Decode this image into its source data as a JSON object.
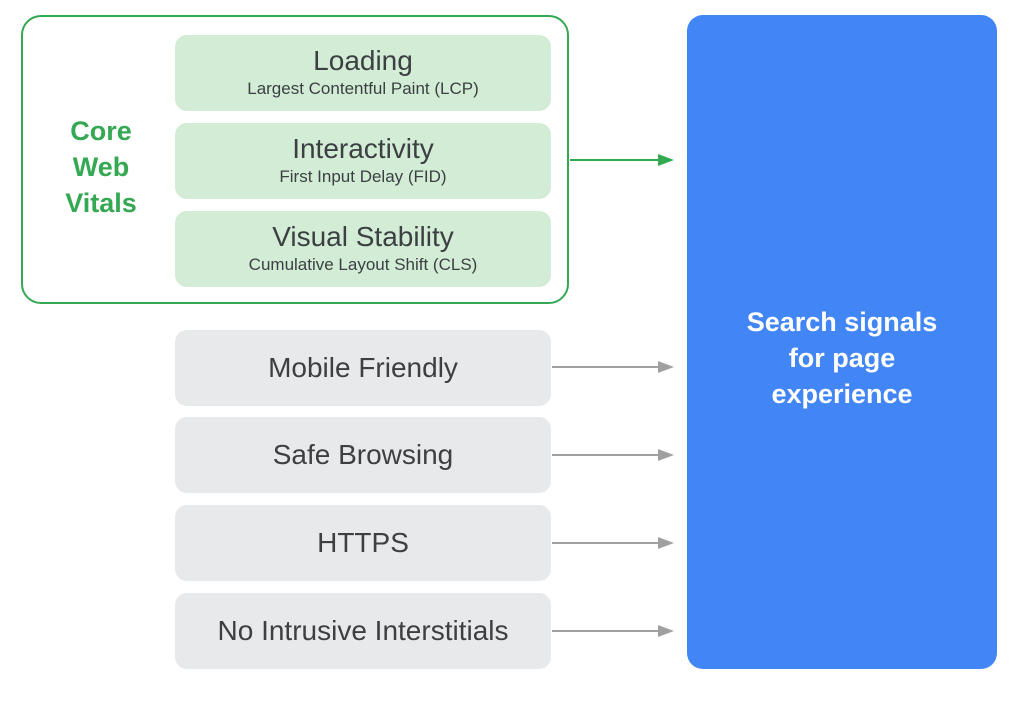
{
  "group": {
    "label": "Core\nWeb\nVitals"
  },
  "metrics": [
    {
      "title": "Loading",
      "subtitle": "Largest Contentful Paint (LCP)"
    },
    {
      "title": "Interactivity",
      "subtitle": "First Input Delay (FID)"
    },
    {
      "title": "Visual Stability",
      "subtitle": "Cumulative Layout Shift (CLS)"
    }
  ],
  "signals": [
    {
      "title": "Mobile Friendly"
    },
    {
      "title": "Safe Browsing"
    },
    {
      "title": "HTTPS"
    },
    {
      "title": "No Intrusive Interstitials"
    }
  ],
  "target": {
    "label": "Search signals\nfor page\nexperience"
  },
  "colors": {
    "core_green": "#34a853",
    "metric_fill": "#d2ecd6",
    "signal_fill": "#e8e9eb",
    "target_blue": "#4285f4",
    "arrow_grey": "#a0a0a0",
    "text": "#3c4043"
  }
}
